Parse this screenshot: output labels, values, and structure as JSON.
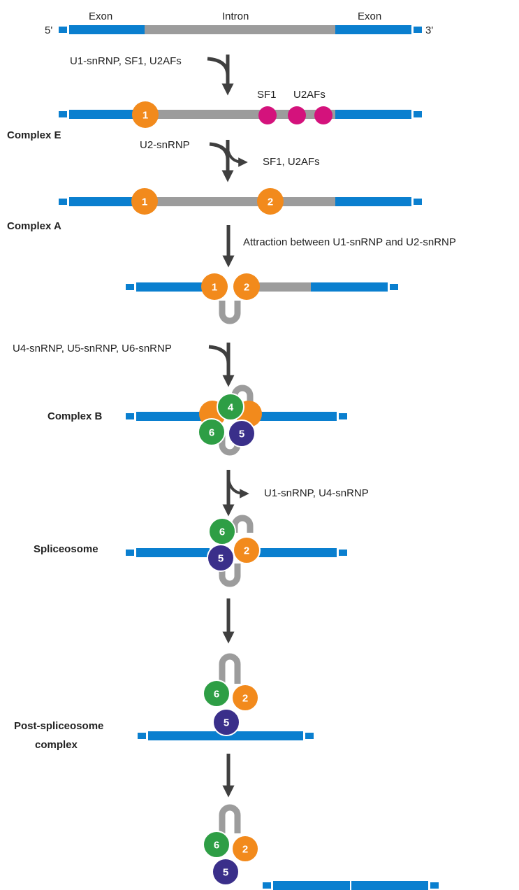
{
  "gene": {
    "five_prime": "5'",
    "three_prime": "3'",
    "exon_left": "Exon",
    "intron": "Intron",
    "exon_right": "Exon"
  },
  "steps": {
    "s1_added": "U1-snRNP, SF1, U2AFs",
    "sf1_label": "SF1",
    "u2afs_label": "U2AFs",
    "complex_e": "Complex E",
    "s2_added": "U2-snRNP",
    "s2_released": "SF1, U2AFs",
    "complex_a": "Complex A",
    "s3_note": "Attraction between U1-snRNP and U2-snRNP",
    "s4_added": "U4-snRNP, U5-snRNP, U6-snRNP",
    "complex_b": "Complex B",
    "s5_released": "U1-snRNP, U4-snRNP",
    "spliceosome": "Spliceosome",
    "post_1": "Post-spliceosome",
    "post_2": "complex"
  },
  "snrnp_numbers": {
    "u1": "1",
    "u2": "2",
    "u4": "4",
    "u5": "5",
    "u6": "6"
  },
  "colors": {
    "exon": "#0a7fcf",
    "intron": "#9c9c9c",
    "u1_u2": "#f28a1c",
    "sf1_u2af": "#d4127c",
    "u4_u6": "#2e9e45",
    "u5": "#3a2f8a",
    "arrow": "#3f3f3f"
  }
}
